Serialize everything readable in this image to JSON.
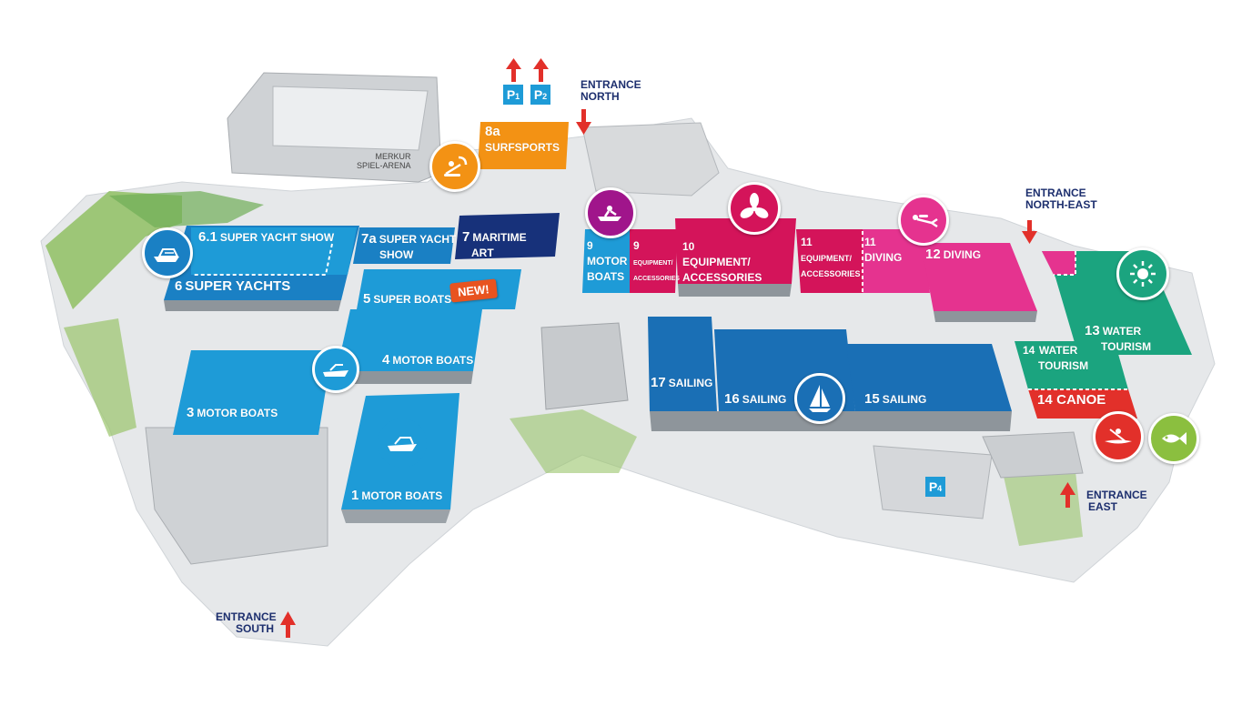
{
  "halls": {
    "h1": {
      "num": "1",
      "name": "MOTOR BOATS"
    },
    "h3": {
      "num": "3",
      "name": "MOTOR BOATS"
    },
    "h4": {
      "num": "4",
      "name": "MOTOR BOATS"
    },
    "h5": {
      "num": "5",
      "name": "SUPER BOATS"
    },
    "h6": {
      "num": "6",
      "name": "SUPER YACHTS"
    },
    "h61": {
      "num": "6.1",
      "name": "SUPER YACHT SHOW"
    },
    "h7a": {
      "num": "7a",
      "name1": "SUPER YACHT",
      "name2": "SHOW"
    },
    "h7": {
      "num": "7",
      "name1": "MARITIME",
      "name2": "ART"
    },
    "h8a": {
      "num": "8a",
      "name": "SURFSPORTS"
    },
    "h9a": {
      "num": "9",
      "name1": "MOTOR",
      "name2": "BOATS"
    },
    "h9b": {
      "num": "9",
      "name1": "EQUIPMENT/",
      "name2": "ACCESSORIES"
    },
    "h10": {
      "num": "10",
      "name1": "EQUIPMENT/",
      "name2": "ACCESSORIES"
    },
    "h11a": {
      "num": "11",
      "name1": "EQUIPMENT/",
      "name2": "ACCESSORIES"
    },
    "h11b": {
      "num": "11",
      "name": "DIVING"
    },
    "h12": {
      "num": "12",
      "name": "DIVING"
    },
    "h13": {
      "num": "13",
      "name1": "WATER",
      "name2": "TOURISM"
    },
    "h14w": {
      "num": "14",
      "name1": "WATER",
      "name2": "TOURISM"
    },
    "h14c": {
      "num": "14",
      "name": "CANOE"
    },
    "h15": {
      "num": "15",
      "name": "SAILING"
    },
    "h16": {
      "num": "16",
      "name": "SAILING"
    },
    "h17": {
      "num": "17",
      "name": "SAILING"
    }
  },
  "entrances": {
    "north": {
      "line1": "ENTRANCE",
      "line2": "NORTH"
    },
    "north_east": {
      "line1": "ENTRANCE",
      "line2": "NORTH-EAST"
    },
    "east": {
      "line1": "ENTRANCE",
      "line2": "EAST"
    },
    "south": {
      "line1": "ENTRANCE",
      "line2": "SOUTH"
    }
  },
  "arena": {
    "line1": "MERKUR",
    "line2": "SPIEL-ARENA"
  },
  "parking": {
    "p1": {
      "letter": "P",
      "num": "1"
    },
    "p2": {
      "letter": "P",
      "num": "2"
    },
    "p4": {
      "letter": "P",
      "num": "4"
    }
  },
  "new_badge": "NEW!",
  "colors": {
    "light_blue": "#1e9bd7",
    "mid_blue": "#1a6fb5",
    "navy": "#17317a",
    "orange": "#f39214",
    "crimson": "#d4145a",
    "magenta": "#e5338f",
    "green": "#1ba47f",
    "red": "#e2302a",
    "olive": "#8bbf3f",
    "entrance_text": "#1d2f6e"
  },
  "icons": [
    "kitesurf-icon",
    "yacht-icon",
    "speedboat-icon",
    "propeller-icon",
    "diver-icon",
    "sun-icon",
    "sailboat-icon",
    "kayak-icon",
    "fish-icon",
    "jetski-icon"
  ]
}
